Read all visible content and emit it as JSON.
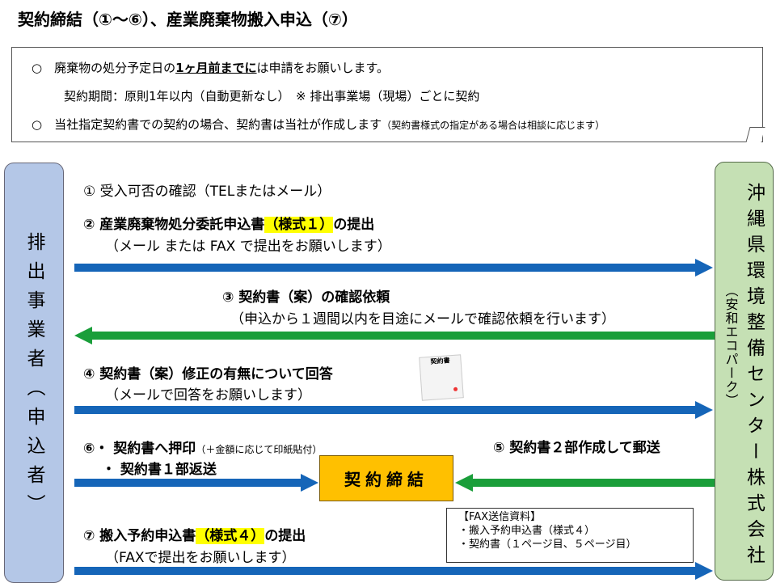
{
  "title": "契約締結（①～⑥）、産業廃棄物搬入申込（⑦）",
  "notes": {
    "line1_a": "○　廃棄物の処分予定日の",
    "line1_u": "1ヶ月前までに",
    "line1_b": "は申請をお願いします。",
    "line2": "契約期間：原則1年以内（自動更新なし）　※ 排出事業場（現場）ごとに契約",
    "line3_a": "○　当社指定契約書での契約の場合、契約書は当社が作成します",
    "line3_b": "（契約書様式の指定がある場合は相談に応じます）"
  },
  "left_party": "排出事業者（申込者）",
  "right_party": {
    "name": "沖縄県環境整備センター株式会社",
    "sub": "（安和エコパーク）"
  },
  "steps": {
    "s1": "① 受入可否の確認（TELまたはメール）",
    "s2_a": "② 産業廃棄物処分委託申込書",
    "s2_hl": "（様式１）",
    "s2_b": "の提出",
    "s2_sub": "（メール または FAX で提出をお願いします）",
    "s3": "③ 契約書（案）の確認依頼",
    "s3_sub": "（申込から１週間以内を目途にメールで確認依頼を行います）",
    "s4": "④ 契約書（案）修正の有無について回答",
    "s4_sub": "（メールで回答をお願いします）",
    "s5": "⑤ 契約書２部作成して郵送",
    "s6_a": "⑥・ 契約書へ押印",
    "s6_small": "（＋金額に応じて印紙貼付）",
    "s6_b": "・ 契約書１部返送",
    "s7_a": "⑦ 搬入予約申込書",
    "s7_hl": "（様式４）",
    "s7_b": "の提出",
    "s7_sub": "（FAXで提出をお願いします）"
  },
  "contract_box": "契約締結",
  "doc_icon_label": "契約書",
  "fax": {
    "title": "【FAX送信資料】",
    "items": [
      "・搬入予約申込書（様式４）",
      "・契約書（１ページ目、５ページ目）"
    ]
  }
}
